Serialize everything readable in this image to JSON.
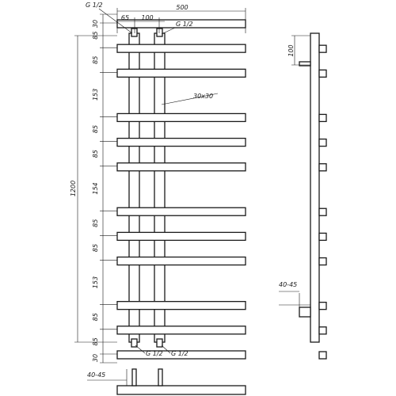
{
  "dimensions": {
    "overall_width": "500",
    "pipe_offset": "65",
    "pipe_spacing": "100",
    "overall_height": "1200",
    "top_margin": "30",
    "bottom_margin": "30",
    "vertical_spacings": [
      "85",
      "85",
      "153",
      "85",
      "85",
      "154",
      "85",
      "85",
      "153",
      "85",
      "85"
    ],
    "bar_section": "30x30",
    "side_depth": "100",
    "wall_distance_side": "40-45",
    "wall_distance_bottom": "40-45"
  },
  "connections": {
    "top_left": "G 1/2",
    "top_right": "G 1/2",
    "bottom_left": "G 1/2",
    "bottom_right": "G 1/2"
  }
}
